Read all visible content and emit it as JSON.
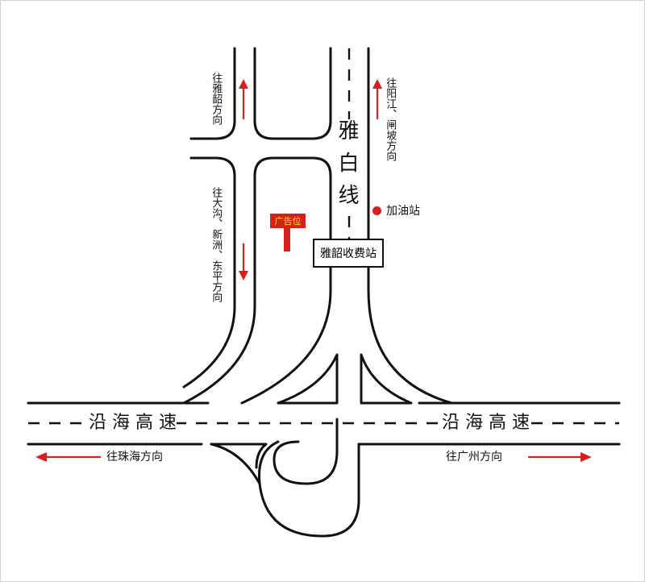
{
  "map": {
    "highway_name_west": "沿 海 高 速",
    "highway_name_east": "沿 海 高 速",
    "main_road_name": "雅白线",
    "toll_station": "雅韶收费站",
    "gas_station": "加油站",
    "ad_sign": "广告位",
    "direction_yashao": "往雅韶方向",
    "direction_yangjiang": "往阳江、闸坡方向",
    "direction_dagou": "往大沟、新洲、东平方向",
    "direction_zhuhai": "往珠海方向",
    "direction_guangzhou": "往广州方向"
  },
  "colors": {
    "arrow": "#d91e1e",
    "gas_dot": "#d91e1e",
    "ad_sign_bg": "#d91e1e",
    "ad_sign_text": "#ffe600",
    "road": "#111111"
  }
}
